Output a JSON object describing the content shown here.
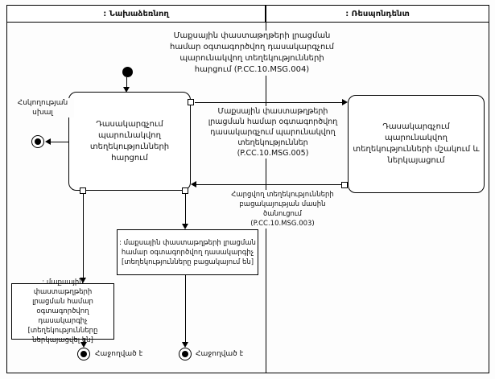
{
  "lanes": {
    "initiator": ": Նախաձեռնող",
    "respondent": ": Ռեսպոնդենտ"
  },
  "nodes": {
    "left_activity": "Դասակարգչում\nպարունակվող\nտեղեկությունների հարցում",
    "right_activity": "Դասակարգչում\nպարունակվող\nտեղեկությունների մշակում և\nներկայացում",
    "object_missing": ": մաքսային փաստաթղթերի լրացման\nհամար օգտագործվող դասակարգիչ\n[տեղեկությունները բացակայում են]",
    "object_presented": ": մաքսային փաստաթղթերի\nլրացման համար օգտագործվող\nդասակարգիչ [տեղեկությունները\nներկայացվել են]"
  },
  "annotations": {
    "msg004": "Մաքսային փաստաթղթերի լրացման\nհամար օգտագործվող դասակարգչում\nպարունակվող տեղեկությունների\nհարցում (P.CC.10.MSG.004)",
    "msg005": "Մաքսային փաստաթղթերի\nլրացման համար օգտագործվող\nդասակարգչում պարունակվող\nտեղեկություններ (P.CC.10.MSG.005)",
    "msg003": "Հարցվող տեղեկությունների\nբացակայության մասին ծանուցում\n(P.CC.10.MSG.003)",
    "control_error": "Հսկողության\nսխալ"
  },
  "final_labels": {
    "left": "Հաջողված է",
    "middle": "Հաջողված է"
  },
  "colors": {
    "line": "#000000",
    "background": "#fdfdfd"
  }
}
